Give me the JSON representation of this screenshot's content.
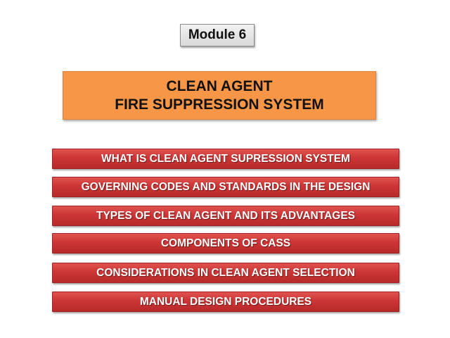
{
  "module": {
    "label": "Module 6"
  },
  "title": {
    "line1": "CLEAN AGENT",
    "line2": "FIRE SUPPRESSION SYSTEM",
    "color": "#f79646"
  },
  "topics": [
    {
      "label": "WHAT IS CLEAN AGENT SUPRESSION SYSTEM"
    },
    {
      "label": "GOVERNING CODES AND STANDARDS IN THE DESIGN"
    },
    {
      "label": "TYPES OF CLEAN AGENT AND ITS ADVANTAGES"
    },
    {
      "label": "COMPONENTS OF CASS"
    },
    {
      "label": "CONSIDERATIONS IN CLEAN AGENT SELECTION"
    },
    {
      "label": "MANUAL DESIGN PROCEDURES"
    }
  ],
  "colors": {
    "bar": "#cc3535",
    "bar_text": "#ffffff",
    "background": "#ffffff"
  }
}
